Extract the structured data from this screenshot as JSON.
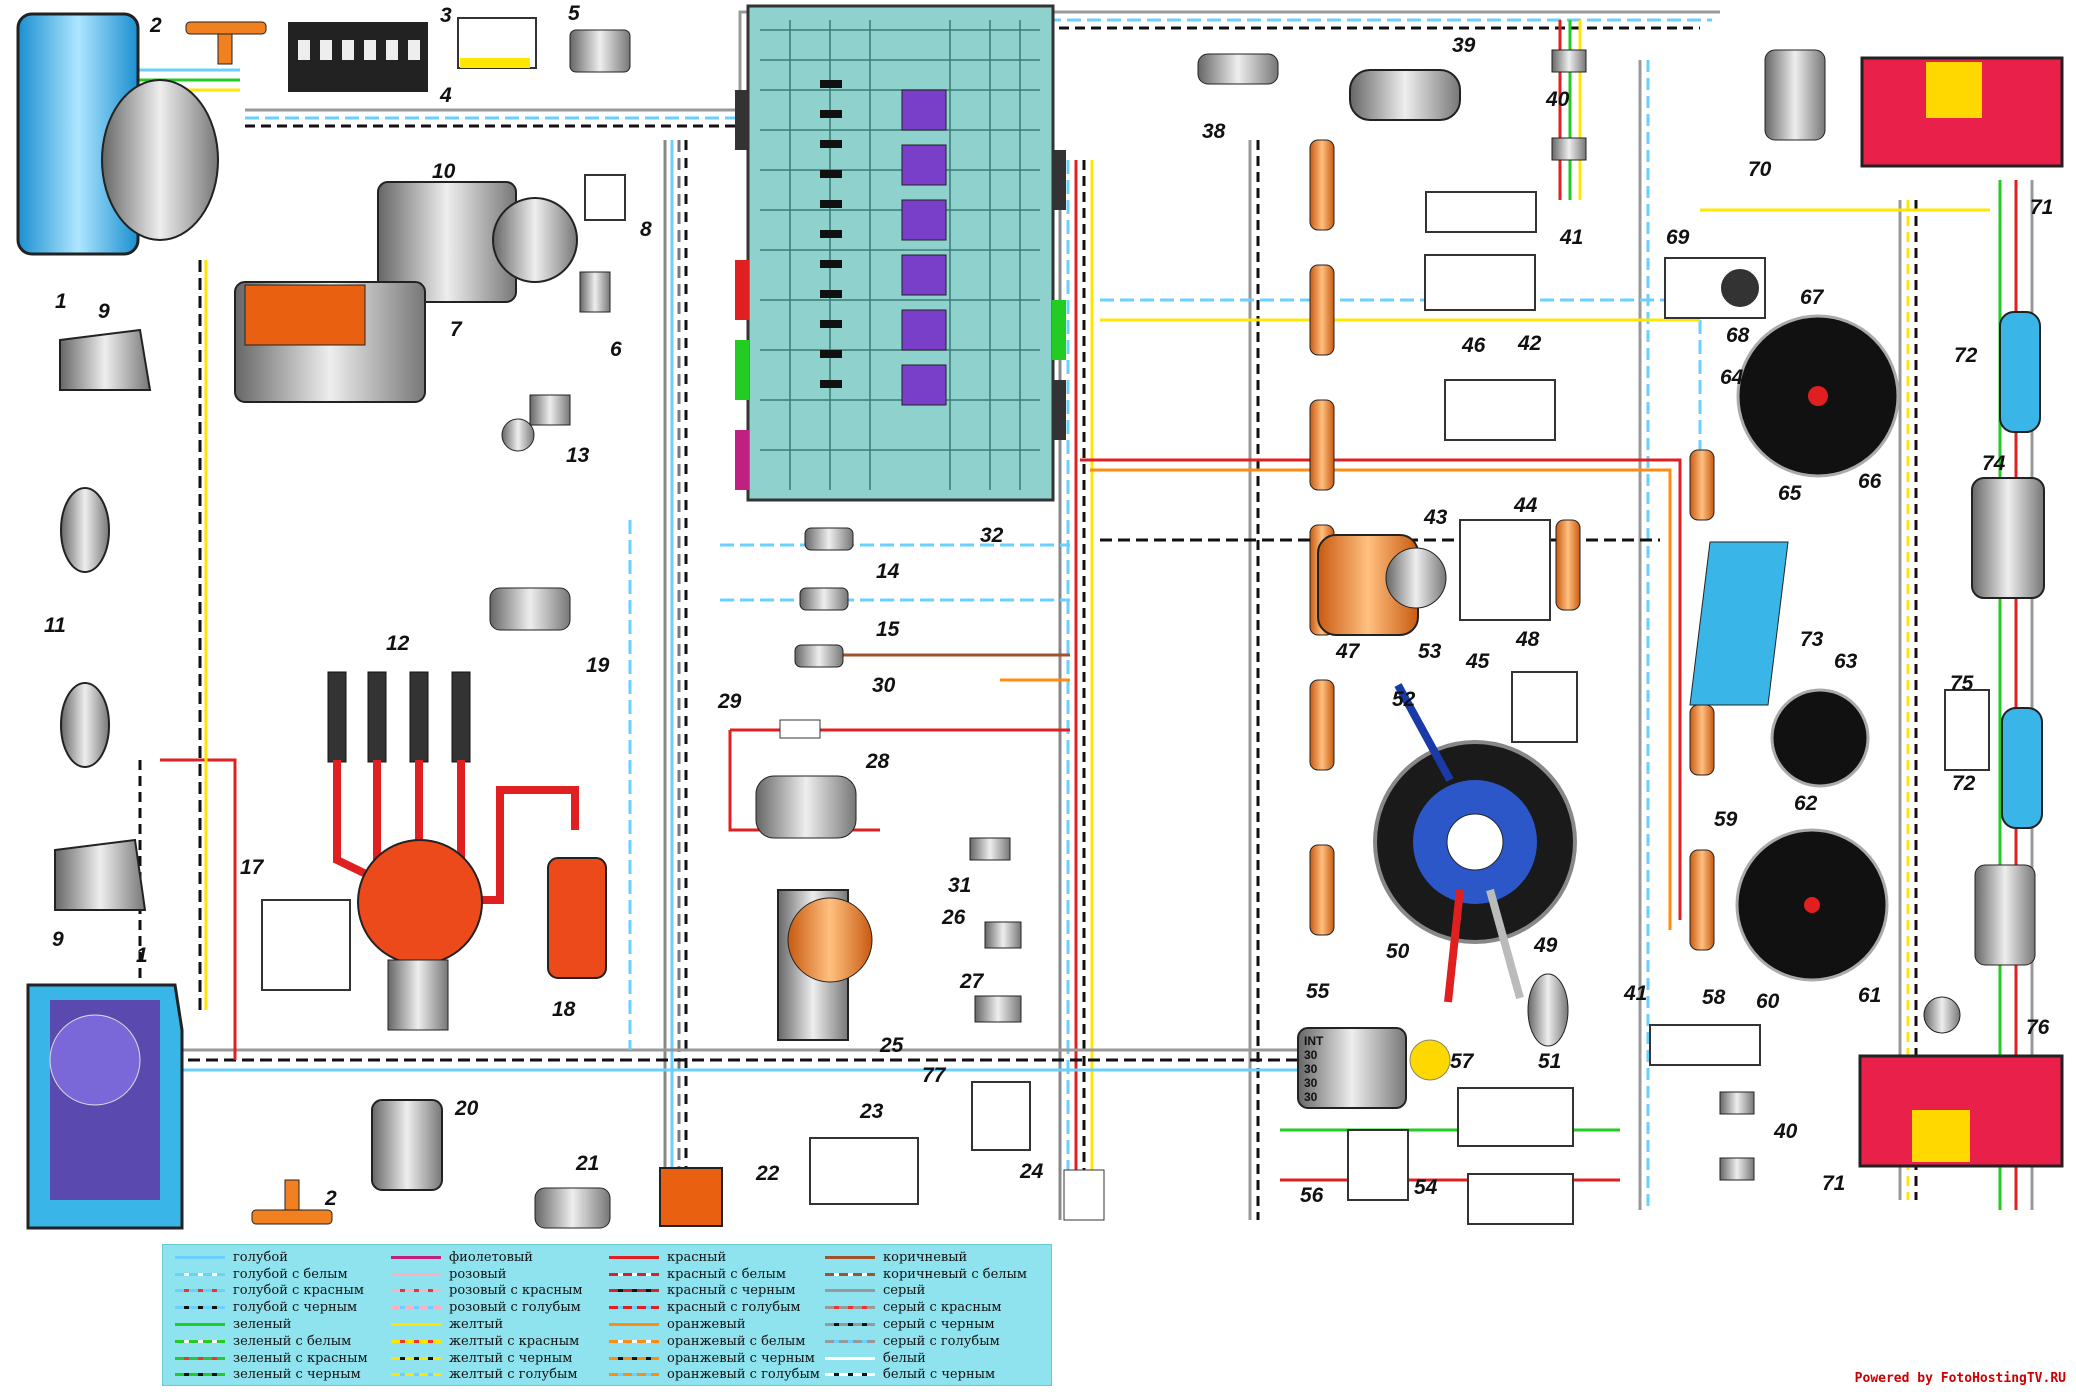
{
  "components": [
    {
      "id": "1a",
      "label": "1"
    },
    {
      "id": "1b",
      "label": "1"
    },
    {
      "id": "2a",
      "label": "2"
    },
    {
      "id": "2b",
      "label": "2"
    },
    {
      "id": "3",
      "label": "3"
    },
    {
      "id": "4",
      "label": "4"
    },
    {
      "id": "5",
      "label": "5"
    },
    {
      "id": "6",
      "label": "6"
    },
    {
      "id": "7",
      "label": "7"
    },
    {
      "id": "8",
      "label": "8"
    },
    {
      "id": "9a",
      "label": "9"
    },
    {
      "id": "9b",
      "label": "9"
    },
    {
      "id": "10",
      "label": "10"
    },
    {
      "id": "11",
      "label": "11"
    },
    {
      "id": "12",
      "label": "12"
    },
    {
      "id": "13",
      "label": "13"
    },
    {
      "id": "14",
      "label": "14"
    },
    {
      "id": "15",
      "label": "15"
    },
    {
      "id": "17",
      "label": "17"
    },
    {
      "id": "18",
      "label": "18"
    },
    {
      "id": "19",
      "label": "19"
    },
    {
      "id": "20",
      "label": "20"
    },
    {
      "id": "21",
      "label": "21"
    },
    {
      "id": "22",
      "label": "22"
    },
    {
      "id": "23",
      "label": "23"
    },
    {
      "id": "24",
      "label": "24"
    },
    {
      "id": "25",
      "label": "25"
    },
    {
      "id": "26",
      "label": "26"
    },
    {
      "id": "27",
      "label": "27"
    },
    {
      "id": "28",
      "label": "28"
    },
    {
      "id": "29",
      "label": "29"
    },
    {
      "id": "30",
      "label": "30"
    },
    {
      "id": "31",
      "label": "31"
    },
    {
      "id": "32",
      "label": "32"
    },
    {
      "id": "38",
      "label": "38"
    },
    {
      "id": "39",
      "label": "39"
    },
    {
      "id": "40a",
      "label": "40"
    },
    {
      "id": "40b",
      "label": "40"
    },
    {
      "id": "41a",
      "label": "41"
    },
    {
      "id": "41b",
      "label": "41"
    },
    {
      "id": "42",
      "label": "42"
    },
    {
      "id": "43",
      "label": "43"
    },
    {
      "id": "44",
      "label": "44"
    },
    {
      "id": "45",
      "label": "45"
    },
    {
      "id": "46",
      "label": "46"
    },
    {
      "id": "47",
      "label": "47"
    },
    {
      "id": "48",
      "label": "48"
    },
    {
      "id": "49",
      "label": "49"
    },
    {
      "id": "50",
      "label": "50"
    },
    {
      "id": "51",
      "label": "51"
    },
    {
      "id": "52",
      "label": "52"
    },
    {
      "id": "53",
      "label": "53"
    },
    {
      "id": "54",
      "label": "54"
    },
    {
      "id": "55",
      "label": "55"
    },
    {
      "id": "56",
      "label": "56"
    },
    {
      "id": "57",
      "label": "57"
    },
    {
      "id": "58",
      "label": "58"
    },
    {
      "id": "59",
      "label": "59"
    },
    {
      "id": "60",
      "label": "60"
    },
    {
      "id": "61",
      "label": "61"
    },
    {
      "id": "62",
      "label": "62"
    },
    {
      "id": "63",
      "label": "63"
    },
    {
      "id": "64",
      "label": "64"
    },
    {
      "id": "65",
      "label": "65"
    },
    {
      "id": "66",
      "label": "66"
    },
    {
      "id": "67",
      "label": "67"
    },
    {
      "id": "68",
      "label": "68"
    },
    {
      "id": "69",
      "label": "69"
    },
    {
      "id": "70",
      "label": "70"
    },
    {
      "id": "71a",
      "label": "71"
    },
    {
      "id": "71b",
      "label": "71"
    },
    {
      "id": "72a",
      "label": "72"
    },
    {
      "id": "72b",
      "label": "72"
    },
    {
      "id": "73",
      "label": "73"
    },
    {
      "id": "74",
      "label": "74"
    },
    {
      "id": "75",
      "label": "75"
    },
    {
      "id": "76",
      "label": "76"
    },
    {
      "id": "77",
      "label": "77"
    }
  ],
  "ignition_terminals": [
    "INT",
    "30",
    "30",
    "30",
    "30"
  ],
  "legend": [
    [
      {
        "text": "голубой",
        "color": "#6ad0ff",
        "stripe": ""
      },
      {
        "text": "голубой с белым",
        "color": "#6ad0ff",
        "stripe": "#ffffff"
      },
      {
        "text": "голубой с красным",
        "color": "#6ad0ff",
        "stripe": "#e33"
      },
      {
        "text": "голубой с черным",
        "color": "#6ad0ff",
        "stripe": "#111"
      },
      {
        "text": "зеленый",
        "color": "#2c2",
        "stripe": ""
      },
      {
        "text": "зеленый с белым",
        "color": "#2c2",
        "stripe": "#ffffff"
      },
      {
        "text": "зеленый с красным",
        "color": "#2c2",
        "stripe": "#e33"
      },
      {
        "text": "зеленый с черным",
        "color": "#2c2",
        "stripe": "#111"
      }
    ],
    [
      {
        "text": "фиолетовый",
        "color": "#c02080",
        "stripe": ""
      },
      {
        "text": "розовый",
        "color": "#ffb0c0",
        "stripe": ""
      },
      {
        "text": "розовый с красным",
        "color": "#ffb0c0",
        "stripe": "#e33"
      },
      {
        "text": "розовый с голубым",
        "color": "#ffb0c0",
        "stripe": "#6ad0ff"
      },
      {
        "text": "желтый",
        "color": "#ffe600",
        "stripe": ""
      },
      {
        "text": "желтый с красным",
        "color": "#ffe600",
        "stripe": "#e33"
      },
      {
        "text": "желтый с черным",
        "color": "#ffe600",
        "stripe": "#111"
      },
      {
        "text": "желтый с голубым",
        "color": "#ffe600",
        "stripe": "#6ad0ff"
      }
    ],
    [
      {
        "text": "красный",
        "color": "#e02020",
        "stripe": ""
      },
      {
        "text": "красный с белым",
        "color": "#e02020",
        "stripe": "#ffffff"
      },
      {
        "text": "красный с черным",
        "color": "#e02020",
        "stripe": "#111"
      },
      {
        "text": "красный с голубым",
        "color": "#e02020",
        "stripe": "#6ad0ff"
      },
      {
        "text": "оранжевый",
        "color": "#ff8c10",
        "stripe": ""
      },
      {
        "text": "оранжевый с белым",
        "color": "#ff8c10",
        "stripe": "#ffffff"
      },
      {
        "text": "оранжевый с черным",
        "color": "#ff8c10",
        "stripe": "#111"
      },
      {
        "text": "оранжевый с голубым",
        "color": "#ff8c10",
        "stripe": "#6ad0ff"
      }
    ],
    [
      {
        "text": "коричневый",
        "color": "#a0522d",
        "stripe": ""
      },
      {
        "text": "коричневый с белым",
        "color": "#a0522d",
        "stripe": "#ffffff"
      },
      {
        "text": "серый",
        "color": "#999",
        "stripe": ""
      },
      {
        "text": "серый с красным",
        "color": "#999",
        "stripe": "#e33"
      },
      {
        "text": "серый с черным",
        "color": "#999",
        "stripe": "#111"
      },
      {
        "text": "серый с голубым",
        "color": "#999",
        "stripe": "#6ad0ff"
      },
      {
        "text": "белый",
        "color": "#ffffff",
        "stripe": ""
      },
      {
        "text": "белый с черным",
        "color": "#ffffff",
        "stripe": "#111"
      }
    ]
  ],
  "credit": "Powered by FotoHostingTV.RU",
  "colors": {
    "legend_bg": "#8fe3ee",
    "harness": "#5fb7b4",
    "relay": "#7a3fc8",
    "lamp_red": "#e8204a",
    "lamp_yellow": "#ffd800",
    "headlamp_blue": "#39b5e8"
  }
}
